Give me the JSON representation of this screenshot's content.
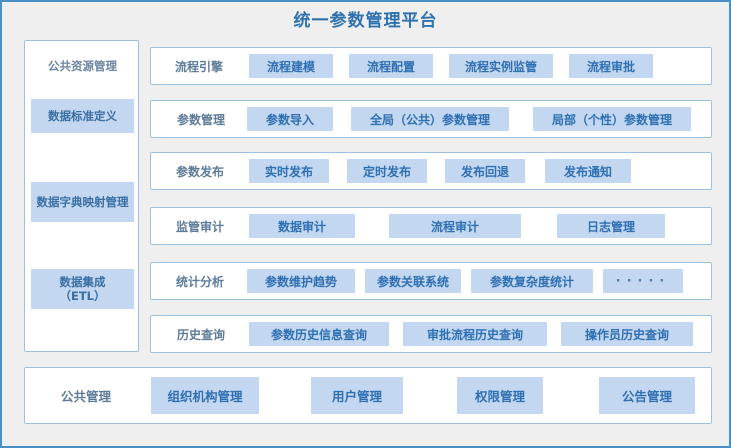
{
  "header": {
    "title": "统一参数管理平台"
  },
  "colors": {
    "page_background": "#f0efef",
    "outer_border": "#4a90c4",
    "panel_background": "#ffffff",
    "panel_border": "#9cc0de",
    "chip_fill": "#c3d8f0",
    "chip_text": "#2f6fb3",
    "label_text": "#5e7c99",
    "title_text": "#2f72b0"
  },
  "sidebar": {
    "items": [
      {
        "label": "公共资源管理",
        "style": "plain"
      },
      {
        "label": "数据标准定义",
        "style": "filled"
      },
      {
        "label": "数据字典映射管理",
        "style": "filled"
      },
      {
        "label": "数据集成\n（ETL）",
        "style": "filled"
      }
    ]
  },
  "rows": [
    {
      "label": "流程引擎",
      "chips": [
        {
          "label": "流程建模"
        },
        {
          "label": "流程配置"
        },
        {
          "label": "流程实例监管"
        },
        {
          "label": "流程审批"
        }
      ]
    },
    {
      "label": "参数管理",
      "chips": [
        {
          "label": "参数导入"
        },
        {
          "label": "全局（公共）参数管理"
        },
        {
          "label": "局部（个性）参数管理"
        }
      ]
    },
    {
      "label": "参数发布",
      "chips": [
        {
          "label": "实时发布"
        },
        {
          "label": "定时发布"
        },
        {
          "label": "发布回退"
        },
        {
          "label": "发布通知"
        }
      ]
    },
    {
      "label": "监管审计",
      "chips": [
        {
          "label": "数据审计"
        },
        {
          "label": "流程审计"
        },
        {
          "label": "日志管理"
        }
      ]
    },
    {
      "label": "统计分析",
      "chips": [
        {
          "label": "参数维护趋势"
        },
        {
          "label": "参数关联系统"
        },
        {
          "label": "参数复杂度统计"
        },
        {
          "label": "·····",
          "kind": "ellipsis"
        }
      ]
    },
    {
      "label": "历史查询",
      "chips": [
        {
          "label": "参数历史信息查询"
        },
        {
          "label": "审批流程历史查询"
        },
        {
          "label": "操作员历史查询"
        }
      ]
    }
  ],
  "bottom": {
    "label": "公共管理",
    "chips": [
      {
        "label": "组织机构管理"
      },
      {
        "label": "用户管理"
      },
      {
        "label": "权限管理"
      },
      {
        "label": "公告管理"
      }
    ]
  }
}
